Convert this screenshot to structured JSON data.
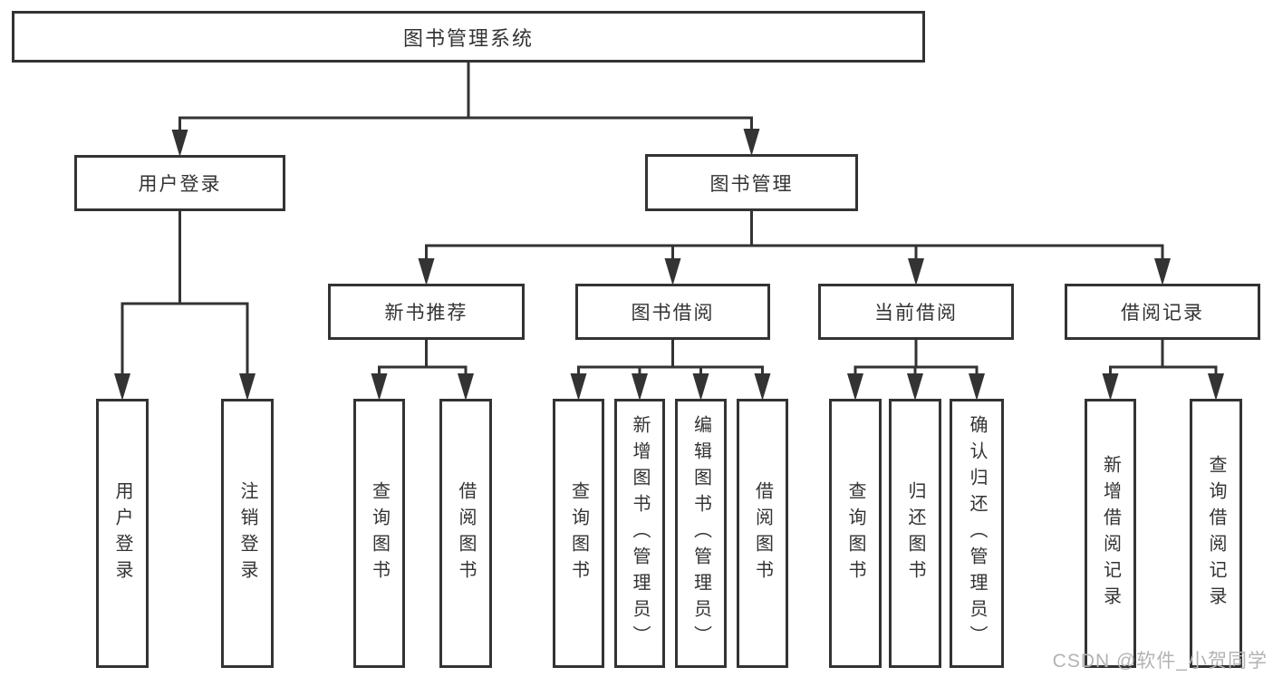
{
  "nodes": {
    "root": "图书管理系统",
    "user_login": "用户登录",
    "book_mgmt": "图书管理",
    "leaf_user_login": "用户登录",
    "leaf_logout": "注销登录",
    "new_book_rec": "新书推荐",
    "book_borrow": "图书借阅",
    "current_borrow": "当前借阅",
    "borrow_record": "借阅记录",
    "nb_query": "查询图书",
    "nb_borrow": "借阅图书",
    "bb_query": "查询图书",
    "bb_add": "新增图书（管理员）",
    "bb_edit": "编辑图书（管理员）",
    "bb_borrow": "借阅图书",
    "cb_query": "查询图书",
    "cb_return": "归还图书",
    "cb_confirm": "确认归还（管理员）",
    "br_add": "新增借阅记录",
    "br_query": "查询借阅记录"
  },
  "watermark": "CSDN @软件_小贺同学",
  "colors": {
    "line": "#333333",
    "text": "#333333",
    "box_background": "#ffffff",
    "watermark": "#b3b3b3",
    "background": "#ffffff"
  }
}
